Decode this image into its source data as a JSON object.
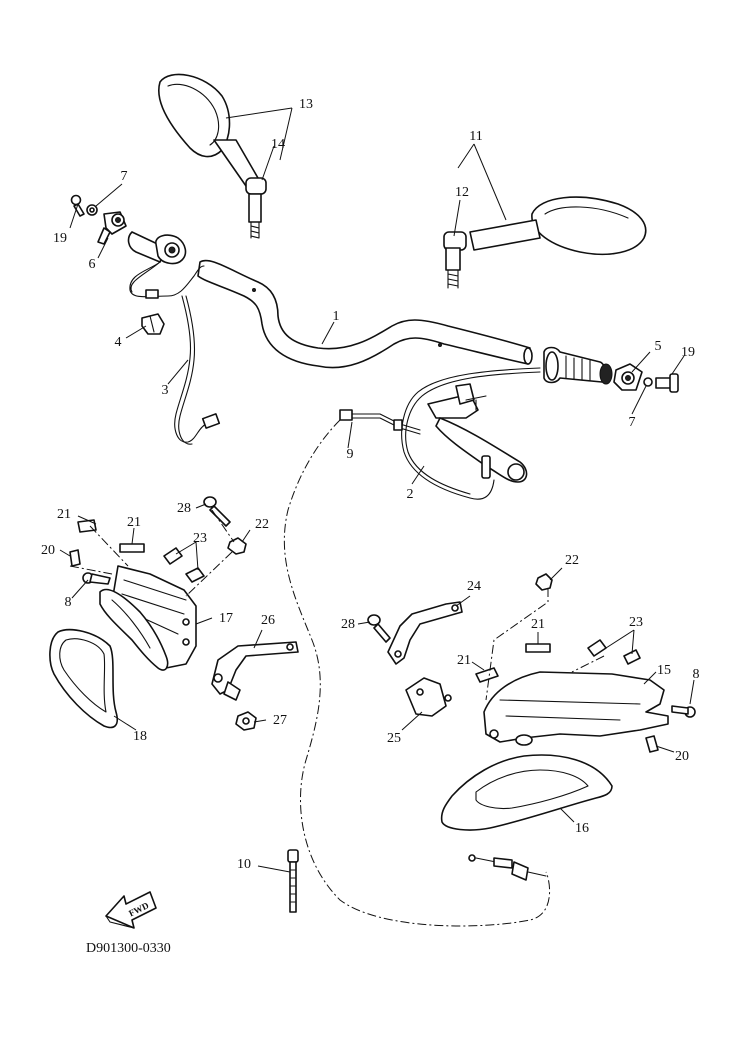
{
  "diagram": {
    "code": "D901300-0330",
    "fwd_label": "FWD",
    "callouts": [
      "1",
      "2",
      "3",
      "4",
      "5",
      "6",
      "7",
      "8",
      "9",
      "10",
      "11",
      "12",
      "13",
      "14",
      "15",
      "16",
      "17",
      "18",
      "19",
      "20",
      "21",
      "22",
      "23",
      "24",
      "25",
      "26",
      "27",
      "28"
    ],
    "labels": [
      {
        "id": "1",
        "text": "1"
      },
      {
        "id": "2",
        "text": "2"
      },
      {
        "id": "3",
        "text": "3"
      },
      {
        "id": "4",
        "text": "4"
      },
      {
        "id": "5",
        "text": "5"
      },
      {
        "id": "6",
        "text": "6"
      },
      {
        "id": "7a",
        "text": "7"
      },
      {
        "id": "7b",
        "text": "7"
      },
      {
        "id": "8a",
        "text": "8"
      },
      {
        "id": "8b",
        "text": "8"
      },
      {
        "id": "9",
        "text": "9"
      },
      {
        "id": "10",
        "text": "10"
      },
      {
        "id": "11",
        "text": "11"
      },
      {
        "id": "12",
        "text": "12"
      },
      {
        "id": "13",
        "text": "13"
      },
      {
        "id": "14",
        "text": "14"
      },
      {
        "id": "15",
        "text": "15"
      },
      {
        "id": "16",
        "text": "16"
      },
      {
        "id": "17",
        "text": "17"
      },
      {
        "id": "18",
        "text": "18"
      },
      {
        "id": "19a",
        "text": "19"
      },
      {
        "id": "19b",
        "text": "19"
      },
      {
        "id": "20a",
        "text": "20"
      },
      {
        "id": "20b",
        "text": "20"
      },
      {
        "id": "21a",
        "text": "21"
      },
      {
        "id": "21b",
        "text": "21"
      },
      {
        "id": "21c",
        "text": "21"
      },
      {
        "id": "21d",
        "text": "21"
      },
      {
        "id": "22a",
        "text": "22"
      },
      {
        "id": "22b",
        "text": "22"
      },
      {
        "id": "23a",
        "text": "23"
      },
      {
        "id": "23b",
        "text": "23"
      },
      {
        "id": "24",
        "text": "24"
      },
      {
        "id": "25",
        "text": "25"
      },
      {
        "id": "26",
        "text": "26"
      },
      {
        "id": "27",
        "text": "27"
      },
      {
        "id": "28a",
        "text": "28"
      },
      {
        "id": "28b",
        "text": "28"
      }
    ]
  }
}
